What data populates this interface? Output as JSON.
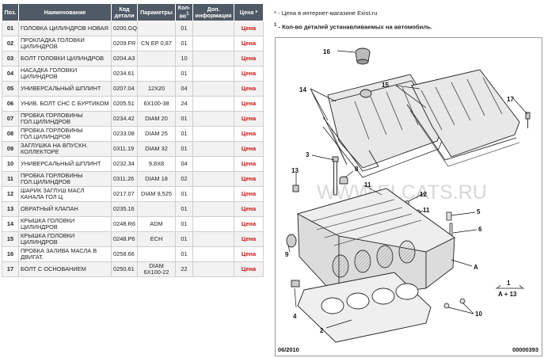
{
  "table": {
    "headers": {
      "pos": "Поз.",
      "name": "Наименование",
      "code": "Код детали",
      "params": "Параметры",
      "qty": "Кол-во",
      "qty_sup": "1",
      "info": "Доп. информация",
      "price": "Цена *"
    },
    "rows": [
      {
        "pos": "01",
        "name": "ГОЛОВКА ЦИЛИНДРОВ НОВАЯ",
        "code": "0200.GQ",
        "params": "",
        "qty": "01",
        "price": "Цена"
      },
      {
        "pos": "02",
        "name": "ПРОКЛАДКА ГОЛОВКИ ЦИЛИНДРОВ",
        "code": "0209.FR",
        "params": "CN EP 0,87",
        "qty": "01",
        "price": "Цена"
      },
      {
        "pos": "03",
        "name": "БОЛТ ГОЛОВКИ ЦИЛИНДРОВ",
        "code": "0204.A3",
        "params": "",
        "qty": "10",
        "price": "Цена"
      },
      {
        "pos": "04",
        "name": "НАСАДКА ГОЛОВКИ ЦИЛИНДРОВ",
        "code": "0234.61",
        "params": "",
        "qty": "01",
        "price": "Цена"
      },
      {
        "pos": "05",
        "name": "УНИВЕРСАЛЬНЫЙ ШПЛИНТ",
        "code": "0207.04",
        "params": "12X20",
        "qty": "04",
        "price": "Цена"
      },
      {
        "pos": "06",
        "name": "УНИВ. БОЛТ СНС С БУРТИКОМ",
        "code": "0205.51",
        "params": "6X100-38",
        "qty": "24",
        "price": "Цена"
      },
      {
        "pos": "07",
        "name": "ПРОБКА ГОРЛОВИНЫ ГОЛ.ЦИЛИНДРОВ",
        "code": "0234.42",
        "params": "DIAM 20",
        "qty": "01",
        "price": "Цена"
      },
      {
        "pos": "08",
        "name": "ПРОБКА ГОРЛОВИНЫ ГОЛ.ЦИЛИНДРОВ",
        "code": "0233.08",
        "params": "DIAM 25",
        "qty": "01",
        "price": "Цена"
      },
      {
        "pos": "09",
        "name": "ЗАГЛУШКА НА ВПУСКН. КОЛЛЕКТОРЕ",
        "code": "0311.19",
        "params": "DIAM 32",
        "qty": "01",
        "price": "Цена"
      },
      {
        "pos": "10",
        "name": "УНИВЕРСАЛЬНЫЙ ШПЛИНТ",
        "code": "0232.34",
        "params": "9,8X8",
        "qty": "04",
        "price": "Цена"
      },
      {
        "pos": "11",
        "name": "ПРОБКА ГОРЛОВИНЫ ГОЛ.ЦИЛИНДРОВ",
        "code": "0311.26",
        "params": "DIAM 18",
        "qty": "02",
        "price": "Цена"
      },
      {
        "pos": "12",
        "name": "ШАРИК ЗАГЛУШ МАСЛ КАНАЛА ГОЛ Ц",
        "code": "0217.07",
        "params": "DIAM 9,525",
        "qty": "01",
        "price": "Цена"
      },
      {
        "pos": "13",
        "name": "ОБРАТНЫЙ КЛАПАН",
        "code": "0235.16",
        "params": "",
        "qty": "01",
        "price": "Цена"
      },
      {
        "pos": "14",
        "name": "КРЫШКА ГОЛОВКИ ЦИЛИНДРОВ",
        "code": "0248.R6",
        "params": "ADM",
        "qty": "01",
        "price": "Цена"
      },
      {
        "pos": "15",
        "name": "КРЫШКА ГОЛОВКИ ЦИЛИНДРОВ",
        "code": "0248.P6",
        "params": "ECH",
        "qty": "01",
        "price": "Цена"
      },
      {
        "pos": "16",
        "name": "ПРОБКА ЗАЛИВА МАСЛА В ДВИГАТ.",
        "code": "0258.66",
        "params": "",
        "qty": "01",
        "price": "Цена"
      },
      {
        "pos": "17",
        "name": "БОЛТ С ОСНОВАНИЕМ",
        "code": "0250.61",
        "params": "DIAM 6X100-22",
        "qty": "22",
        "price": "Цена"
      }
    ]
  },
  "notes": {
    "price_note": "* - Цена в интернет-магазине Exist.ru",
    "qty_sup": "1",
    "qty_note": " - Кол-во деталей устанавливаемых на автомобиль."
  },
  "diagram": {
    "callouts": [
      "16",
      "15",
      "14",
      "17",
      "3",
      "8",
      "13",
      "11",
      "12",
      "11",
      "5",
      "6",
      "9",
      "A",
      "4",
      "10",
      "2"
    ],
    "formula_top": "1",
    "formula_bottom": "A + 13",
    "watermark": "WWW.ELCATS.RU",
    "date": "06/2010",
    "drawing_number": "00000393"
  },
  "colors": {
    "header_bg": "#4f5a66",
    "price_red": "#cc1111",
    "row_alt": "#f2f2f2"
  }
}
